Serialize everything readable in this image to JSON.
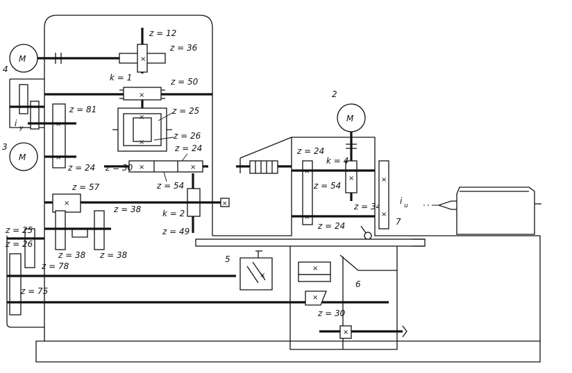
{
  "labels": {
    "motor_symbol": "M",
    "motor_4": "4",
    "motor_3": "3",
    "motor_2": "2",
    "z12": "z = 12",
    "z36": "z = 36",
    "k1": "k = 1",
    "z50": "z = 50",
    "z25": "z = 25",
    "z26": "z = 26",
    "z24a": "z = 24",
    "z30a": "z = 30",
    "z54a": "z = 54",
    "z81": "z = 81",
    "z24b": "z = 24",
    "iy": "i",
    "iy_sub": "y",
    "z57": "z = 57",
    "z38a": "z = 38",
    "k2": "k = 2",
    "z49": "z = 49",
    "z38b": "z = 38",
    "z38c": "z = 38",
    "z25b": "z = 25",
    "z26b": "z = 26",
    "z78": "z = 78",
    "z75": "z = 75",
    "z24c": "z = 24",
    "z54b": "z = 54",
    "k4": "k = 4",
    "z34": "z = 34",
    "z24d": "z = 24",
    "iu": "i",
    "iu_sub": "u",
    "n7": "7",
    "n5": "5",
    "n6": "6",
    "z30b": "z = 30"
  }
}
